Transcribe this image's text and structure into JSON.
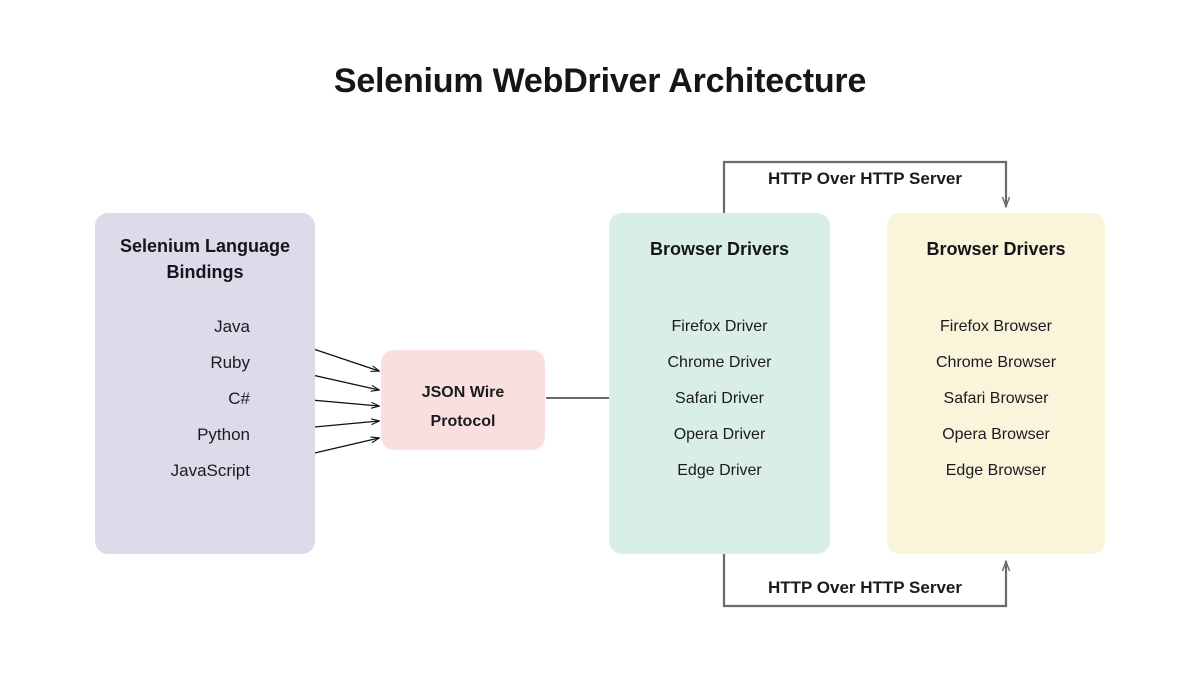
{
  "page": {
    "title": "Selenium WebDriver Architecture",
    "background": "#ffffff"
  },
  "colors": {
    "bindings_box": "#dedaea",
    "protocol_box": "#f9e0de",
    "drivers_box": "#d8eee7",
    "browsers_box": "#f9f4da",
    "connector_line": "#6b6b6b",
    "arrow_line": "#111111",
    "text": "#1b1b1f"
  },
  "bindings": {
    "title": "Selenium Language Bindings",
    "title_line1": "Selenium Language",
    "title_line2": "Bindings",
    "items": [
      {
        "label": "Java"
      },
      {
        "label": "Ruby"
      },
      {
        "label": "C#"
      },
      {
        "label": "Python"
      },
      {
        "label": "JavaScript"
      }
    ]
  },
  "protocol": {
    "line1": "JSON Wire",
    "line2": "Protocol"
  },
  "drivers": {
    "title": "Browser Drivers",
    "items": [
      {
        "label": "Firefox Driver"
      },
      {
        "label": "Chrome Driver"
      },
      {
        "label": "Safari Driver"
      },
      {
        "label": "Opera Driver"
      },
      {
        "label": "Edge Driver"
      }
    ]
  },
  "browsers": {
    "title": "Browser Drivers",
    "items": [
      {
        "label": "Firefox Browser"
      },
      {
        "label": "Chrome Browser"
      },
      {
        "label": "Safari Browser"
      },
      {
        "label": "Opera Browser"
      },
      {
        "label": "Edge Browser"
      }
    ]
  },
  "connectors": {
    "top_label": "HTTP Over HTTP Server",
    "bottom_label": "HTTP Over HTTP Server"
  }
}
